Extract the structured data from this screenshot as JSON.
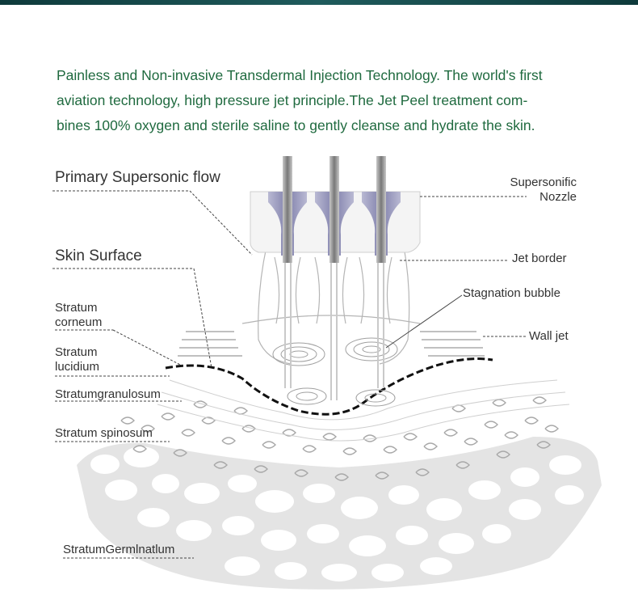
{
  "intro": {
    "line1": "Painless and Non-invasive Transdermal Injection Technology. The world's first",
    "line2": "aviation technology, high pressure jet principle.The Jet Peel treatment com-",
    "line3": "bines 100% oxygen and sterile saline to gently cleanse and hydrate the skin."
  },
  "labels_left": {
    "primary_flow": "Primary Supersonic flow",
    "skin_surface": "Skin Surface",
    "corneum_1": "Stratum",
    "corneum_2": "corneum",
    "lucidium_1": "Stratum",
    "lucidium_2": "lucidium",
    "granulosum": "Stratumgranulosum",
    "spinosum": "Stratum spinosum",
    "germinatium": "StratumGermlnatlum"
  },
  "labels_right": {
    "nozzle_1": "Supersonific",
    "nozzle_2": "Nozzle",
    "jet_border": "Jet border",
    "stagnation": "Stagnation bubble",
    "wall_jet": "Wall jet"
  },
  "colors": {
    "intro_text": "#1f6a3f",
    "nozzle": "#8f8fb4",
    "label_text": "#333333"
  }
}
